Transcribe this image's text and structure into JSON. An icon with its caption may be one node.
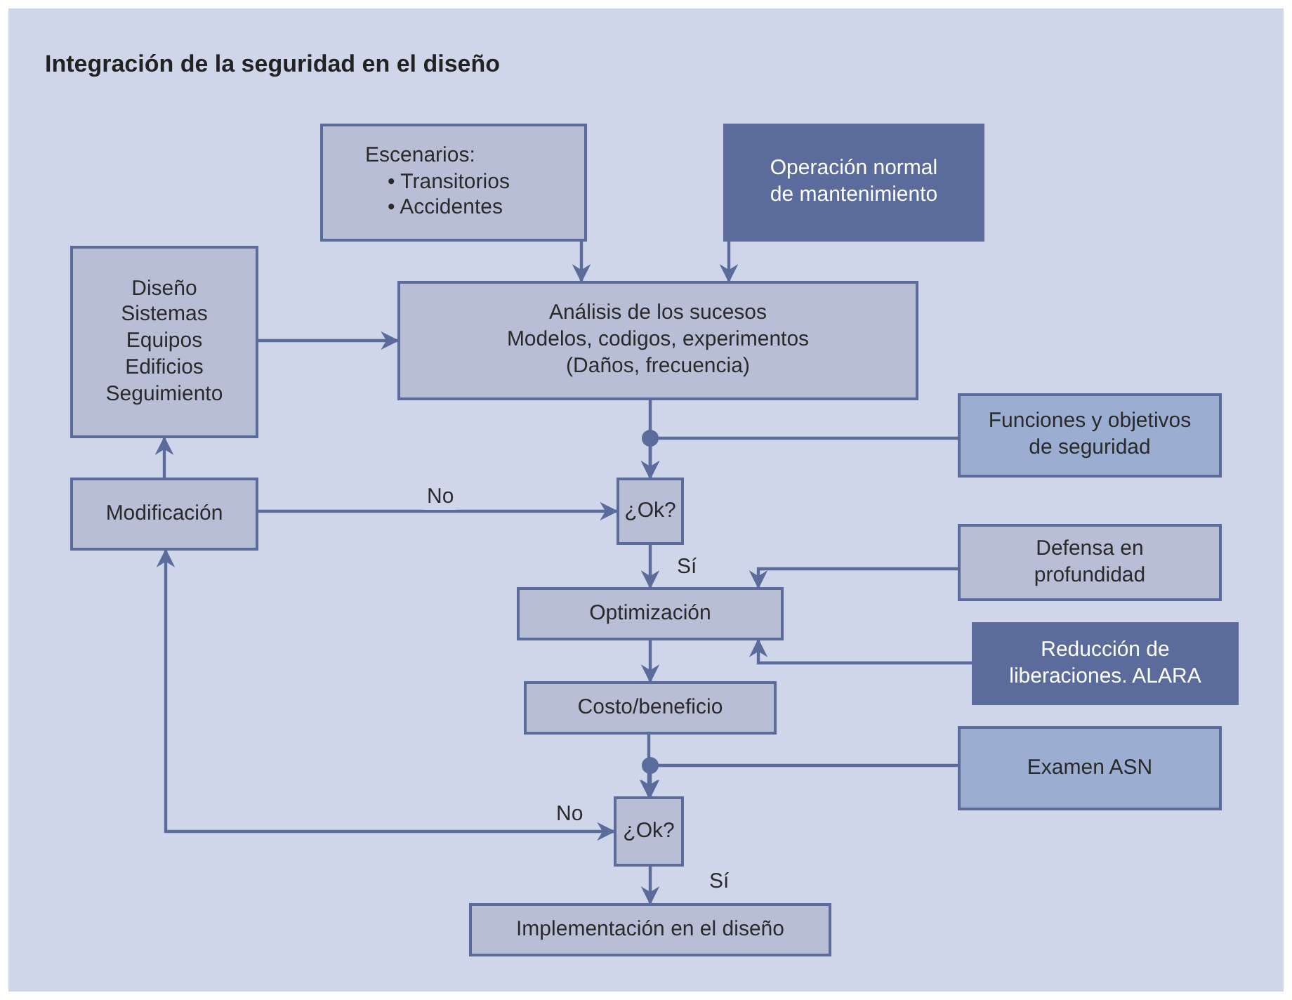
{
  "diagram": {
    "title": "Integración de la seguridad en el diseño",
    "nodes": [
      {
        "text": [
          "Escenarios:",
          "• Transitorios",
          "• Accidentes"
        ]
      },
      {
        "text": [
          "Operación normal de mantenimiento"
        ]
      },
      {
        "text": [
          "Diseño",
          "Sistemas",
          "Equipos",
          "Edificios",
          "Seguimiento"
        ]
      },
      {
        "text": [
          "Análisis de los sucesos",
          "Modelos, codigos, experimentos",
          "(Daños, frecuencia)"
        ]
      },
      {
        "text": [
          "Funciones y objetivos de seguridad"
        ]
      },
      {
        "text": [
          "Modificación"
        ]
      },
      {
        "text": [
          "¿Ok?"
        ]
      },
      {
        "text": [
          "Defensa en profundidad"
        ]
      },
      {
        "text": [
          "Optimización"
        ]
      },
      {
        "text": [
          "Reducción de liberaciones. ALARA"
        ]
      },
      {
        "text": [
          "Costo/beneficio"
        ]
      },
      {
        "text": [
          "Examen ASN"
        ]
      },
      {
        "text": [
          "¿Ok?"
        ]
      },
      {
        "text": [
          "Implementación en el diseño"
        ]
      }
    ],
    "edges": [
      {
        "from": 0,
        "to": 3,
        "arrow": "to"
      },
      {
        "from": 1,
        "to": 3,
        "arrow": "to"
      },
      {
        "from": 2,
        "to": 3,
        "arrow": "to"
      },
      {
        "from": 5,
        "to": 2,
        "arrow": "to"
      },
      {
        "from": 3,
        "to": 6,
        "arrow": "to"
      },
      {
        "from": 4,
        "to": 6,
        "arrow": "to"
      },
      {
        "from": 5,
        "to": 6,
        "arrow": "to",
        "label": "No"
      },
      {
        "from": 6,
        "to": 8,
        "arrow": "to",
        "label": "Sí"
      },
      {
        "from": 7,
        "to": 8,
        "arrow": "to"
      },
      {
        "from": 9,
        "to": 8,
        "arrow": "to"
      },
      {
        "from": 8,
        "to": 10,
        "arrow": "to"
      },
      {
        "from": 10,
        "to": 12,
        "arrow": "to"
      },
      {
        "from": 11,
        "to": 12,
        "arrow": "to"
      },
      {
        "from": 12,
        "to": 5,
        "arrow": "both",
        "label": "No"
      },
      {
        "from": 12,
        "to": 13,
        "arrow": "to",
        "label": "Sí"
      }
    ]
  }
}
